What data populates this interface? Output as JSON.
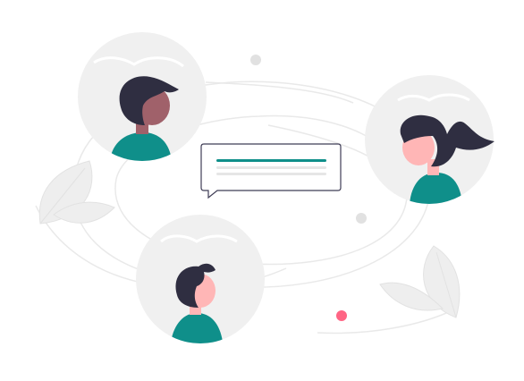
{
  "illustration": {
    "people": [
      {
        "id": "top-left",
        "hair": "#2f2e41",
        "skin": "#a0616a",
        "shirt": "#0f8f8a"
      },
      {
        "id": "right",
        "hair": "#2f2e41",
        "skin": "#ffb6b6",
        "shirt": "#0f8f8a"
      },
      {
        "id": "bottom",
        "hair": "#2f2e41",
        "skin": "#ffb6b6",
        "shirt": "#0f8f8a"
      }
    ],
    "colors": {
      "circle_bg": "#f0f0f0",
      "line": "#e9e9e9",
      "leaf": "#eeeeee",
      "dot_gray": "#e1e1e1",
      "dot_accent": "#ff6584",
      "bubble_stroke": "#3f3d56",
      "bubble_line_primary": "#0f8f8a",
      "bubble_line_secondary": "#e6e6e6"
    },
    "icons": [
      "chat-bubble-icon",
      "leaf-icon",
      "person-avatar-icon"
    ]
  }
}
